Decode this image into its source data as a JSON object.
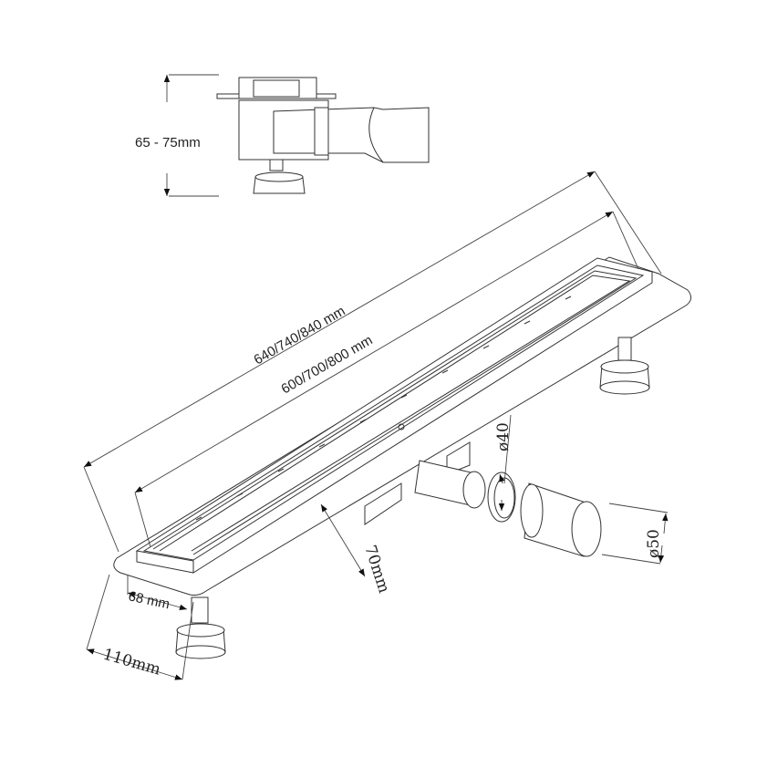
{
  "labels": {
    "height": "65  -  75mm",
    "outer_length": "640/740/840  mm",
    "inner_length": "600/700/800  mm",
    "outlet_inner": "ø40",
    "outlet_outer": "ø50",
    "depth": "70mm",
    "channel_width": "68  mm",
    "flange_width": "110mm"
  }
}
